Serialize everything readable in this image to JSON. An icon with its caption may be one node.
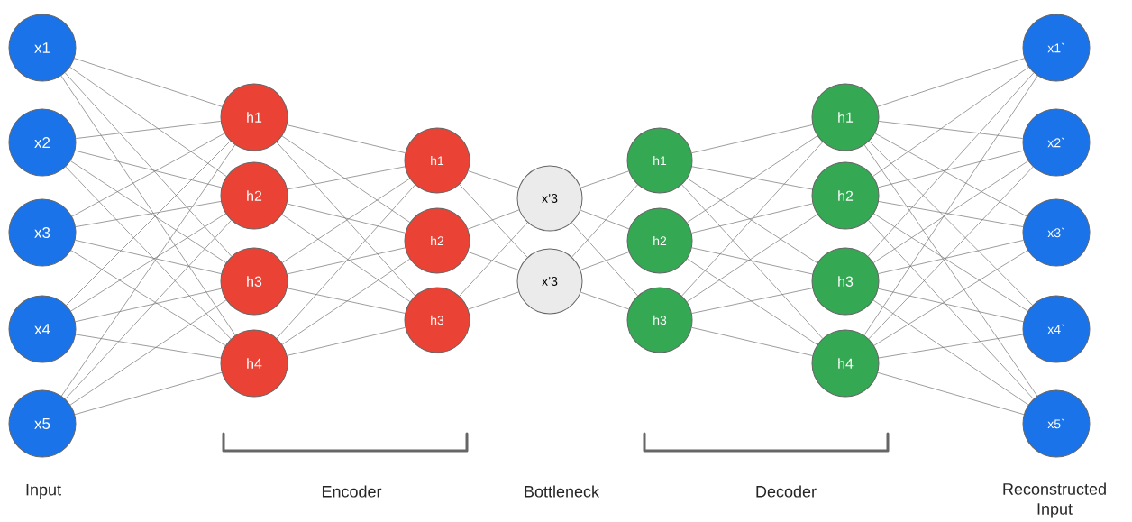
{
  "diagram": {
    "nodes": [
      {
        "text": [
          "x1"
        ]
      },
      {
        "text": [
          "x2"
        ]
      },
      {
        "text": [
          "x3"
        ]
      },
      {
        "text": [
          "x4"
        ]
      },
      {
        "text": [
          "x5"
        ]
      },
      {
        "text": [
          "h1"
        ]
      },
      {
        "text": [
          "h2"
        ]
      },
      {
        "text": [
          "h3"
        ]
      },
      {
        "text": [
          "h4"
        ]
      },
      {
        "text": [
          "h1"
        ]
      },
      {
        "text": [
          "h2"
        ]
      },
      {
        "text": [
          "h3"
        ]
      },
      {
        "text": [
          "x’3"
        ]
      },
      {
        "text": [
          "x’3"
        ]
      },
      {
        "text": [
          "h1"
        ]
      },
      {
        "text": [
          "h2"
        ]
      },
      {
        "text": [
          "h3"
        ]
      },
      {
        "text": [
          "h1"
        ]
      },
      {
        "text": [
          "h2"
        ]
      },
      {
        "text": [
          "h3"
        ]
      },
      {
        "text": [
          "h4"
        ]
      },
      {
        "text": [
          "x1`"
        ]
      },
      {
        "text": [
          "x2`"
        ]
      },
      {
        "text": [
          "x3`"
        ]
      },
      {
        "text": [
          "x4`"
        ]
      },
      {
        "text": [
          "x5`"
        ]
      }
    ],
    "edges": [
      {
        "from": 0,
        "to": 5,
        "arrow": "none"
      },
      {
        "from": 0,
        "to": 6,
        "arrow": "none"
      },
      {
        "from": 0,
        "to": 7,
        "arrow": "none"
      },
      {
        "from": 0,
        "to": 8,
        "arrow": "none"
      },
      {
        "from": 1,
        "to": 5,
        "arrow": "none"
      },
      {
        "from": 1,
        "to": 6,
        "arrow": "none"
      },
      {
        "from": 1,
        "to": 7,
        "arrow": "none"
      },
      {
        "from": 1,
        "to": 8,
        "arrow": "none"
      },
      {
        "from": 2,
        "to": 5,
        "arrow": "none"
      },
      {
        "from": 2,
        "to": 6,
        "arrow": "none"
      },
      {
        "from": 2,
        "to": 7,
        "arrow": "none"
      },
      {
        "from": 2,
        "to": 8,
        "arrow": "none"
      },
      {
        "from": 3,
        "to": 5,
        "arrow": "none"
      },
      {
        "from": 3,
        "to": 6,
        "arrow": "none"
      },
      {
        "from": 3,
        "to": 7,
        "arrow": "none"
      },
      {
        "from": 3,
        "to": 8,
        "arrow": "none"
      },
      {
        "from": 4,
        "to": 5,
        "arrow": "none"
      },
      {
        "from": 4,
        "to": 6,
        "arrow": "none"
      },
      {
        "from": 4,
        "to": 7,
        "arrow": "none"
      },
      {
        "from": 4,
        "to": 8,
        "arrow": "none"
      },
      {
        "from": 5,
        "to": 9,
        "arrow": "none"
      },
      {
        "from": 5,
        "to": 10,
        "arrow": "none"
      },
      {
        "from": 5,
        "to": 11,
        "arrow": "none"
      },
      {
        "from": 6,
        "to": 9,
        "arrow": "none"
      },
      {
        "from": 6,
        "to": 10,
        "arrow": "none"
      },
      {
        "from": 6,
        "to": 11,
        "arrow": "none"
      },
      {
        "from": 7,
        "to": 9,
        "arrow": "none"
      },
      {
        "from": 7,
        "to": 10,
        "arrow": "none"
      },
      {
        "from": 7,
        "to": 11,
        "arrow": "none"
      },
      {
        "from": 8,
        "to": 9,
        "arrow": "none"
      },
      {
        "from": 8,
        "to": 10,
        "arrow": "none"
      },
      {
        "from": 8,
        "to": 11,
        "arrow": "none"
      },
      {
        "from": 9,
        "to": 12,
        "arrow": "none"
      },
      {
        "from": 9,
        "to": 13,
        "arrow": "none"
      },
      {
        "from": 10,
        "to": 12,
        "arrow": "none"
      },
      {
        "from": 10,
        "to": 13,
        "arrow": "none"
      },
      {
        "from": 11,
        "to": 12,
        "arrow": "none"
      },
      {
        "from": 11,
        "to": 13,
        "arrow": "none"
      },
      {
        "from": 12,
        "to": 14,
        "arrow": "none"
      },
      {
        "from": 12,
        "to": 15,
        "arrow": "none"
      },
      {
        "from": 12,
        "to": 16,
        "arrow": "none"
      },
      {
        "from": 13,
        "to": 14,
        "arrow": "none"
      },
      {
        "from": 13,
        "to": 15,
        "arrow": "none"
      },
      {
        "from": 13,
        "to": 16,
        "arrow": "none"
      },
      {
        "from": 14,
        "to": 17,
        "arrow": "none"
      },
      {
        "from": 14,
        "to": 18,
        "arrow": "none"
      },
      {
        "from": 14,
        "to": 19,
        "arrow": "none"
      },
      {
        "from": 14,
        "to": 20,
        "arrow": "none"
      },
      {
        "from": 15,
        "to": 17,
        "arrow": "none"
      },
      {
        "from": 15,
        "to": 18,
        "arrow": "none"
      },
      {
        "from": 15,
        "to": 19,
        "arrow": "none"
      },
      {
        "from": 15,
        "to": 20,
        "arrow": "none"
      },
      {
        "from": 16,
        "to": 17,
        "arrow": "none"
      },
      {
        "from": 16,
        "to": 18,
        "arrow": "none"
      },
      {
        "from": 16,
        "to": 19,
        "arrow": "none"
      },
      {
        "from": 16,
        "to": 20,
        "arrow": "none"
      },
      {
        "from": 17,
        "to": 21,
        "arrow": "none"
      },
      {
        "from": 17,
        "to": 22,
        "arrow": "none"
      },
      {
        "from": 17,
        "to": 23,
        "arrow": "none"
      },
      {
        "from": 17,
        "to": 24,
        "arrow": "none"
      },
      {
        "from": 17,
        "to": 25,
        "arrow": "none"
      },
      {
        "from": 18,
        "to": 21,
        "arrow": "none"
      },
      {
        "from": 18,
        "to": 22,
        "arrow": "none"
      },
      {
        "from": 18,
        "to": 23,
        "arrow": "none"
      },
      {
        "from": 18,
        "to": 24,
        "arrow": "none"
      },
      {
        "from": 18,
        "to": 25,
        "arrow": "none"
      },
      {
        "from": 19,
        "to": 21,
        "arrow": "none"
      },
      {
        "from": 19,
        "to": 22,
        "arrow": "none"
      },
      {
        "from": 19,
        "to": 23,
        "arrow": "none"
      },
      {
        "from": 19,
        "to": 24,
        "arrow": "none"
      },
      {
        "from": 19,
        "to": 25,
        "arrow": "none"
      },
      {
        "from": 20,
        "to": 21,
        "arrow": "none"
      },
      {
        "from": 20,
        "to": 22,
        "arrow": "none"
      },
      {
        "from": 20,
        "to": 23,
        "arrow": "none"
      },
      {
        "from": 20,
        "to": 24,
        "arrow": "none"
      },
      {
        "from": 20,
        "to": 25,
        "arrow": "none"
      }
    ],
    "labels": [
      "Input",
      "Encoder",
      "Bottleneck",
      "Decoder",
      "Reconstructed Input"
    ]
  }
}
